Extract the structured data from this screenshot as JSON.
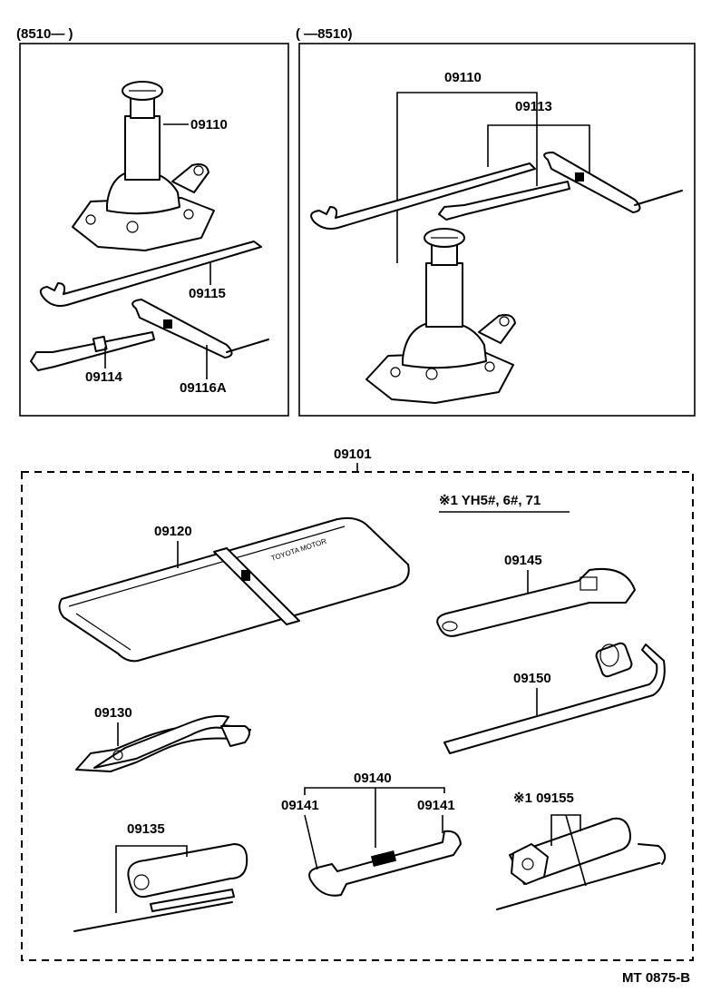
{
  "panels": {
    "left_header": "(8510—        )",
    "right_header": "(          —8510)"
  },
  "labels": {
    "jack_left": "09110",
    "handle_left": "09115",
    "ext_left": "09114",
    "bar_left": "09116A",
    "jack_right": "09110",
    "tools_right": "09113",
    "tool_set": "09101",
    "note": "※1 YH5#, 6#, 71",
    "bag": "09120",
    "adj_wrench": "09145",
    "plier": "09130",
    "lug_wrench": "09150",
    "screwdriver": "09135",
    "spanner_set": "09140",
    "spanner_a": "09141",
    "spanner_b": "09141",
    "plug_wrench": "※1 09155"
  },
  "bag_text": "TOYOTA MOTOR",
  "footer": "MT  0875-B"
}
